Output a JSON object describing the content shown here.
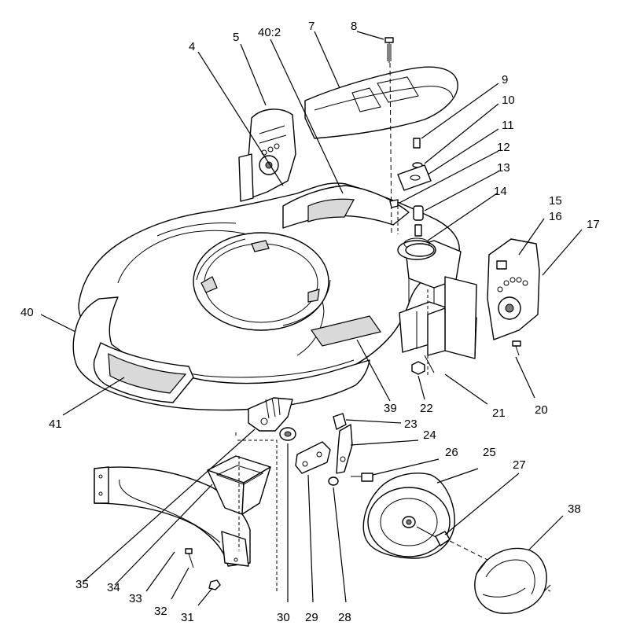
{
  "diagram": {
    "callouts": [
      {
        "id": "c4",
        "label": "4"
      },
      {
        "id": "c5",
        "label": "5"
      },
      {
        "id": "c40-2",
        "label": "40:2"
      },
      {
        "id": "c7",
        "label": "7"
      },
      {
        "id": "c8",
        "label": "8"
      },
      {
        "id": "c9",
        "label": "9"
      },
      {
        "id": "c10",
        "label": "10"
      },
      {
        "id": "c11",
        "label": "11"
      },
      {
        "id": "c12",
        "label": "12"
      },
      {
        "id": "c13",
        "label": "13"
      },
      {
        "id": "c14",
        "label": "14"
      },
      {
        "id": "c15",
        "label": "15"
      },
      {
        "id": "c16",
        "label": "16"
      },
      {
        "id": "c17",
        "label": "17"
      },
      {
        "id": "c40",
        "label": "40"
      },
      {
        "id": "c41",
        "label": "41"
      },
      {
        "id": "c39",
        "label": "39"
      },
      {
        "id": "c22",
        "label": "22"
      },
      {
        "id": "c21",
        "label": "21"
      },
      {
        "id": "c20",
        "label": "20"
      },
      {
        "id": "c23",
        "label": "23"
      },
      {
        "id": "c24",
        "label": "24"
      },
      {
        "id": "c26",
        "label": "26"
      },
      {
        "id": "c25",
        "label": "25"
      },
      {
        "id": "c27",
        "label": "27"
      },
      {
        "id": "c38",
        "label": "38"
      },
      {
        "id": "c35",
        "label": "35"
      },
      {
        "id": "c34",
        "label": "34"
      },
      {
        "id": "c33",
        "label": "33"
      },
      {
        "id": "c32",
        "label": "32"
      },
      {
        "id": "c31",
        "label": "31"
      },
      {
        "id": "c30",
        "label": "30"
      },
      {
        "id": "c29",
        "label": "29"
      },
      {
        "id": "c28",
        "label": "28"
      }
    ]
  }
}
